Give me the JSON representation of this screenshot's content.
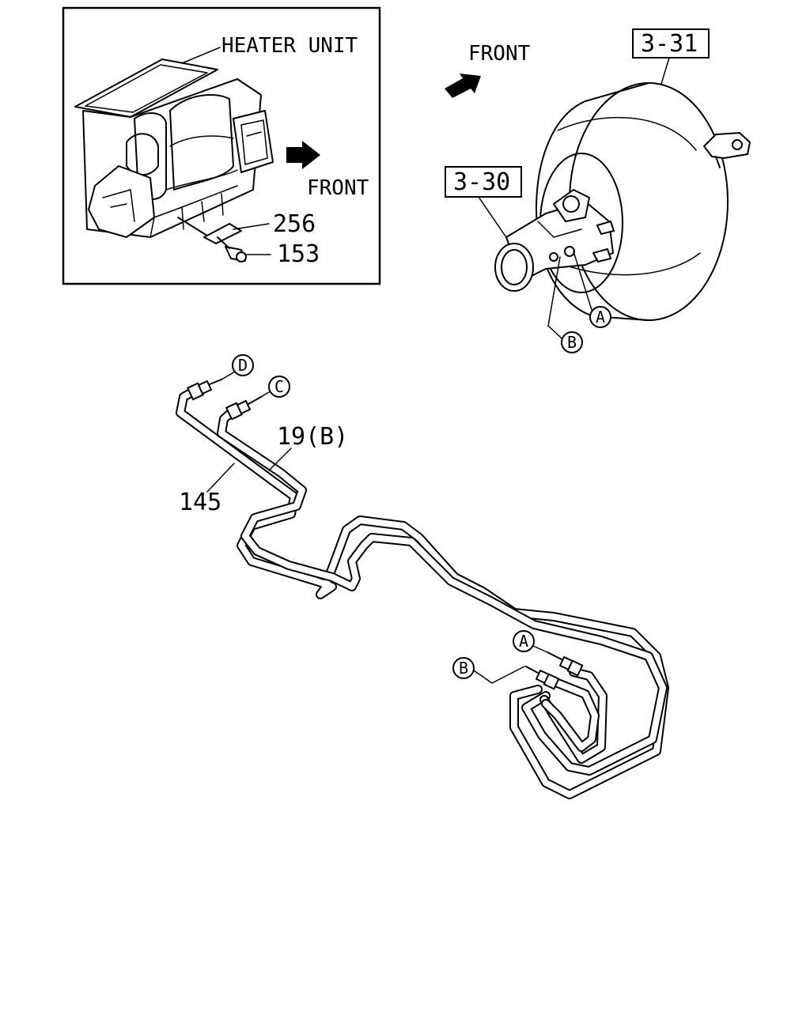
{
  "inset": {
    "heater_unit_label": "HEATER UNIT",
    "front_label": "FRONT",
    "part_256": "256",
    "part_153": "153"
  },
  "booster": {
    "front_label": "FRONT",
    "ref_3_31": "3-31",
    "ref_3_30": "3-30",
    "callout_a": "A",
    "callout_b": "B"
  },
  "pipes": {
    "callout_d": "D",
    "callout_c": "C",
    "part_19b": "19(B)",
    "part_145": "145",
    "callout_a": "A",
    "callout_b": "B"
  }
}
